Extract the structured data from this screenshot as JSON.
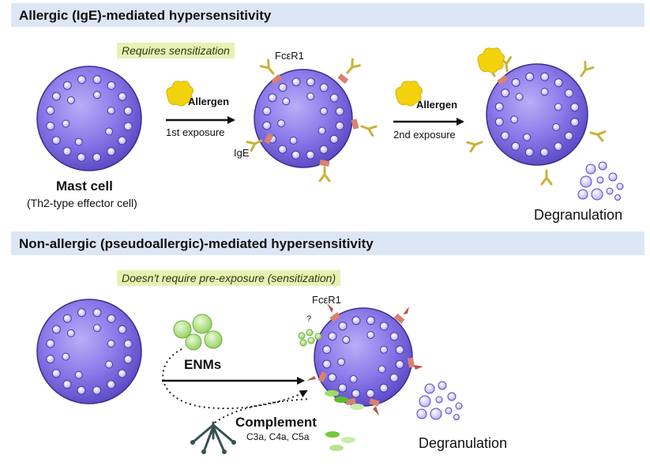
{
  "sections": {
    "allergic": {
      "title": "Allergic (IgE)-mediated hypersensitivity",
      "note": "Requires sensitization",
      "mast_cell_label": "Mast cell",
      "mast_cell_sublabel": "(Th2-type effector cell)",
      "allergen_label_1": "Allergen",
      "exposure_1": "1st exposure",
      "receptor_label": "FcεR1",
      "ige_label": "IgE",
      "allergen_label_2": "Allergen",
      "exposure_2": "2nd exposure",
      "degranulation_label": "Degranulation"
    },
    "non_allergic": {
      "title": "Non-allergic (pseudoallergic)-mediated hypersensitivity",
      "note": "Doesn't require pre-exposure (sensitization)",
      "enms_label": "ENMs",
      "receptor_label": "FcεR1",
      "question_mark": "?",
      "complement_label": "Complement",
      "complement_fragments": "C3a, C4a, C5a",
      "degranulation_label": "Degranulation"
    }
  },
  "colors": {
    "cell_fill": "#8a78e8",
    "cell_edge": "#3c2f8c",
    "granule": "#cbc3fb",
    "ige": "#c9b23a",
    "receptor": "#d9826f",
    "allergen": "#f1d20c",
    "enm": "#9bd66a",
    "complement_green": "#76c83a",
    "complement_stalk": "#37534f",
    "banner": "#dde6f5",
    "note": "#e6f2b3"
  }
}
